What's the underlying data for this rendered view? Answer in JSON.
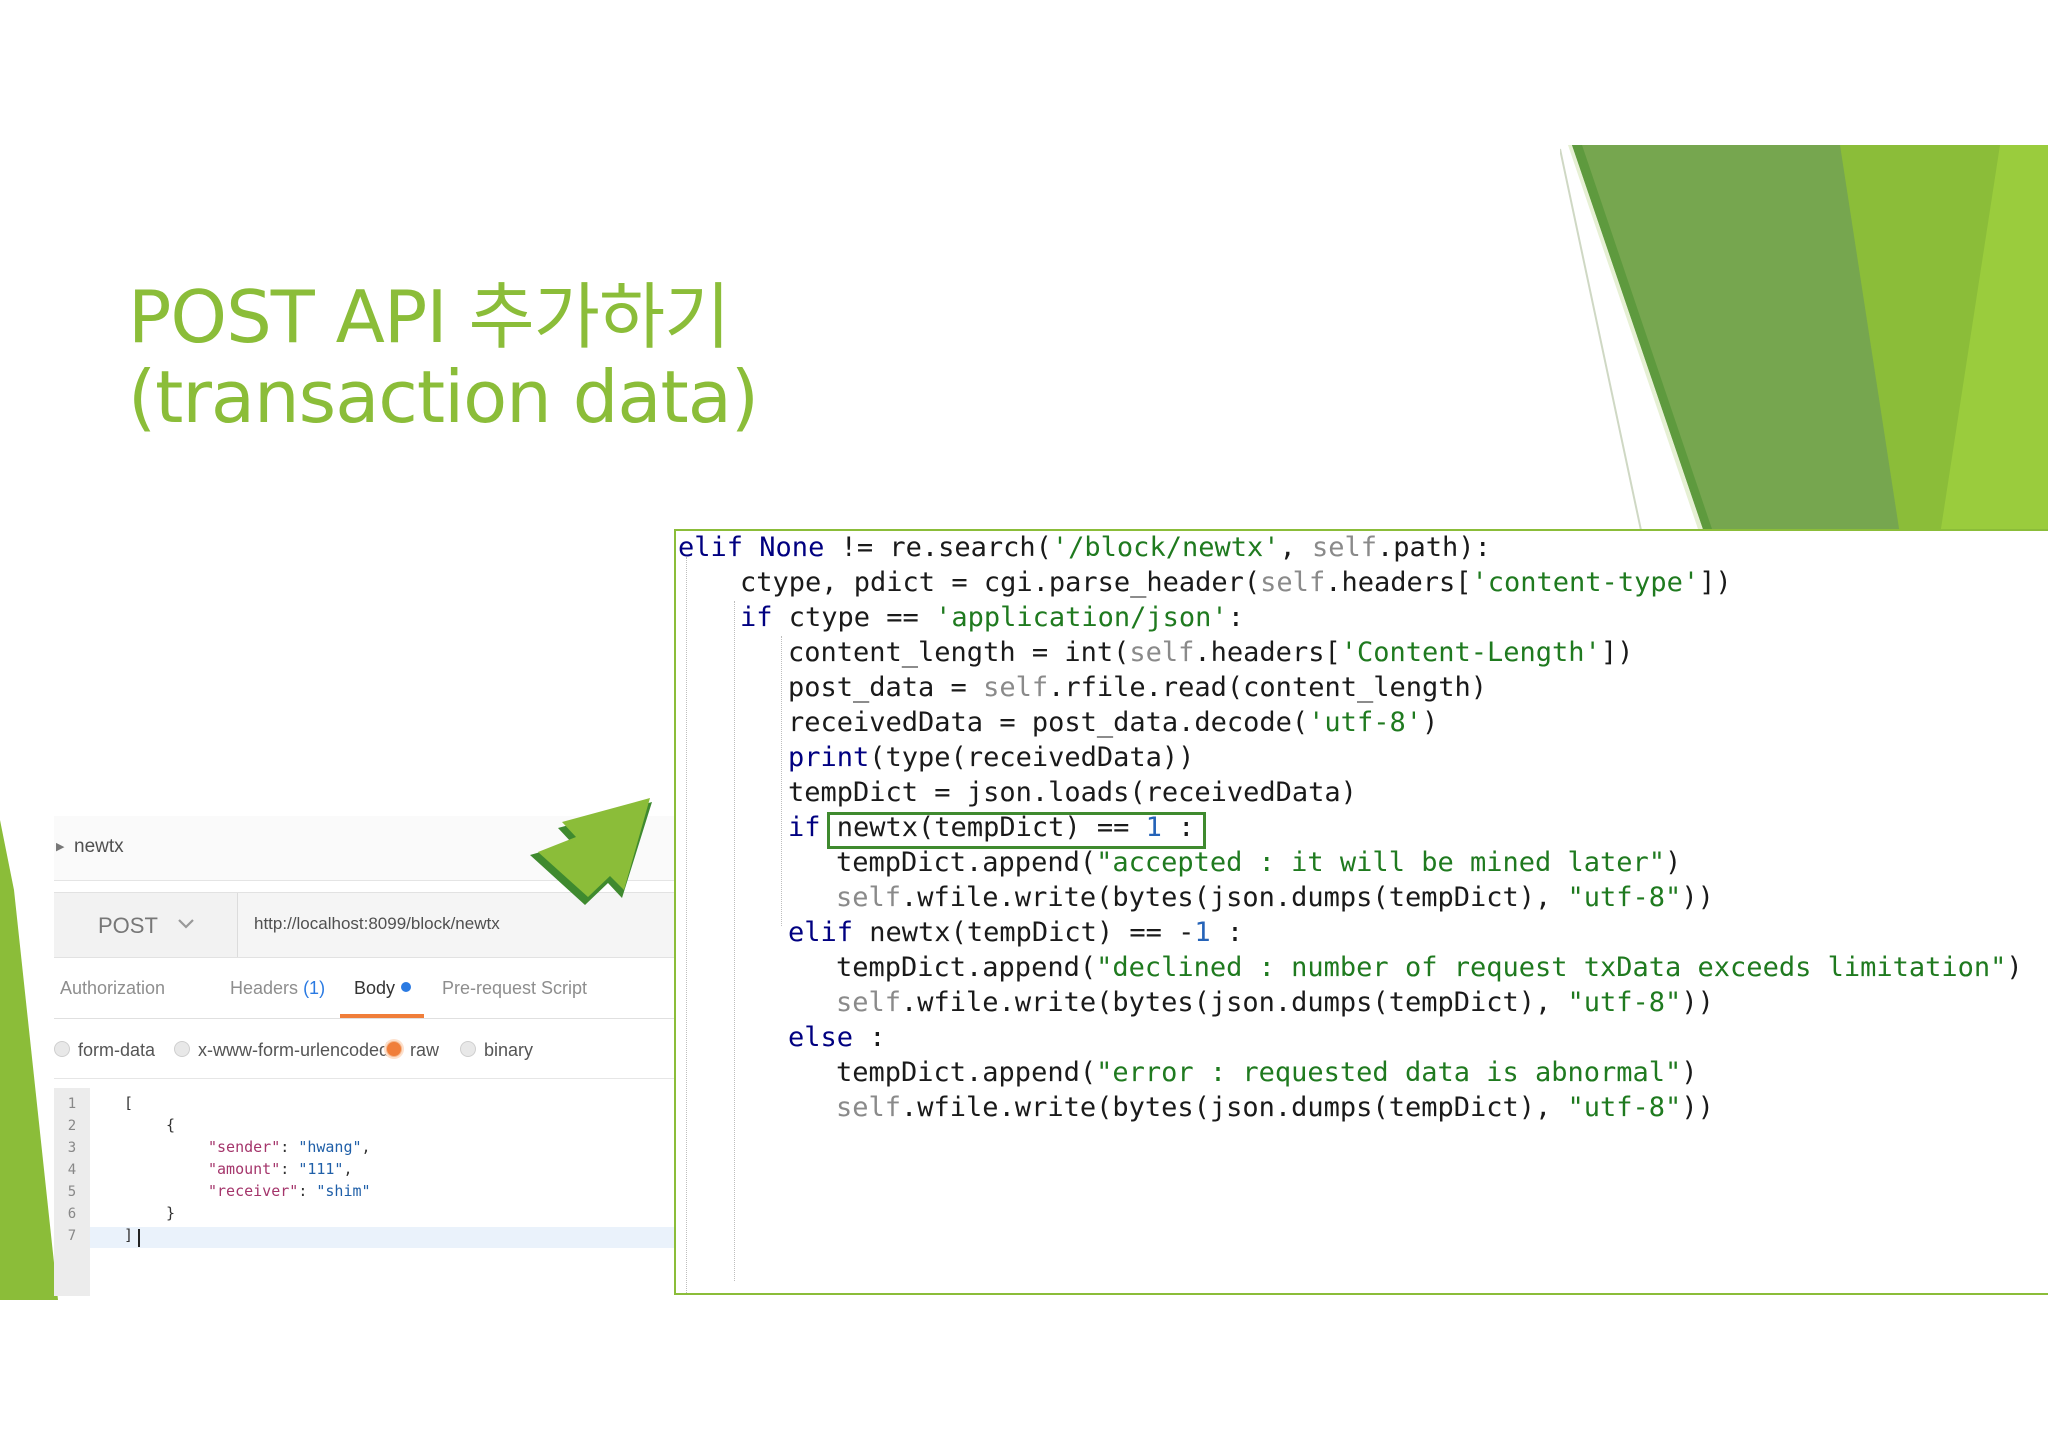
{
  "slide": {
    "title_line1": "POST API 추가하기",
    "title_line2": "(transaction data)"
  },
  "colors": {
    "accent_green": "#8bbd39",
    "dark_green": "#5e9a3e",
    "postman_orange": "#f07e3a",
    "postman_blue": "#2a7ae2"
  },
  "postman": {
    "request_name": "newtx",
    "method": "POST",
    "url": "http://localhost:8099/block/newtx",
    "tabs": {
      "authorization": "Authorization",
      "headers": "Headers",
      "headers_count": "(1)",
      "body": "Body",
      "prerequest": "Pre-request Script"
    },
    "body_types": {
      "form_data": "form-data",
      "urlencoded": "x-www-form-urlencoded",
      "raw": "raw",
      "binary": "binary",
      "selected": "raw"
    },
    "line_numbers": [
      "1",
      "2",
      "3",
      "4",
      "5",
      "6",
      "7"
    ],
    "body_lines": {
      "l1": "[",
      "l2": "{",
      "l3_key": "\"sender\"",
      "l3_val": "\"hwang\"",
      "l4_key": "\"amount\"",
      "l4_val": "\"111\"",
      "l5_key": "\"receiver\"",
      "l5_val": "\"shim\"",
      "l6": "}",
      "l7": "]"
    }
  },
  "code": {
    "l1": {
      "kw1": "elif",
      "kw2": "None",
      "t1": " != re.search(",
      "s1": "'/block/newtx'",
      "t2": ", ",
      "self": "self",
      "t3": ".path):"
    },
    "l2": {
      "t1": "ctype, pdict = cgi.parse_header(",
      "self": "self",
      "t2": ".headers[",
      "s1": "'content-type'",
      "t3": "])"
    },
    "l3": {
      "kw": "if",
      "t1": " ctype == ",
      "s1": "'application/json'",
      "t2": ":"
    },
    "l4": {
      "t1": "content_length = int(",
      "self": "self",
      "t2": ".headers[",
      "s1": "'Content-Length'",
      "t3": "])"
    },
    "l5": {
      "t1": "post_data = ",
      "self": "self",
      "t2": ".rfile.read(content_length)"
    },
    "l6": {
      "t1": "receivedData = post_data.decode(",
      "s1": "'utf-8'",
      "t2": ")"
    },
    "l7": {
      "kw": "print",
      "t1": "(type(receivedData))"
    },
    "l8": {
      "t1": "tempDict = json.loads(receivedData)"
    },
    "l9": {
      "kw": "if",
      "t1": " newtx(tempDict) == ",
      "n1": "1",
      "t2": " :"
    },
    "l10": {
      "t1": "tempDict.append(",
      "s1": "\"accepted : it will be mined later\"",
      "t2": ")"
    },
    "l11": {
      "self": "self",
      "t1": ".wfile.write(bytes(json.dumps(tempDict), ",
      "s1": "\"utf-8\"",
      "t2": "))"
    },
    "l12": {
      "kw": "elif",
      "t1": " newtx(tempDict) == -",
      "n1": "1",
      "t2": " :"
    },
    "l13": {
      "t1": "tempDict.append(",
      "s1": "\"declined : number of request txData exceeds limitation\"",
      "t2": ")"
    },
    "l14": {
      "self": "self",
      "t1": ".wfile.write(bytes(json.dumps(tempDict), ",
      "s1": "\"utf-8\"",
      "t2": "))"
    },
    "l15": {
      "kw": "else",
      "t1": " :"
    },
    "l16": {
      "t1": "tempDict.append(",
      "s1": "\"error : requested data is abnormal\"",
      "t2": ")"
    },
    "l17": {
      "self": "self",
      "t1": ".wfile.write(bytes(json.dumps(tempDict), ",
      "s1": "\"utf-8\"",
      "t2": "))"
    }
  }
}
